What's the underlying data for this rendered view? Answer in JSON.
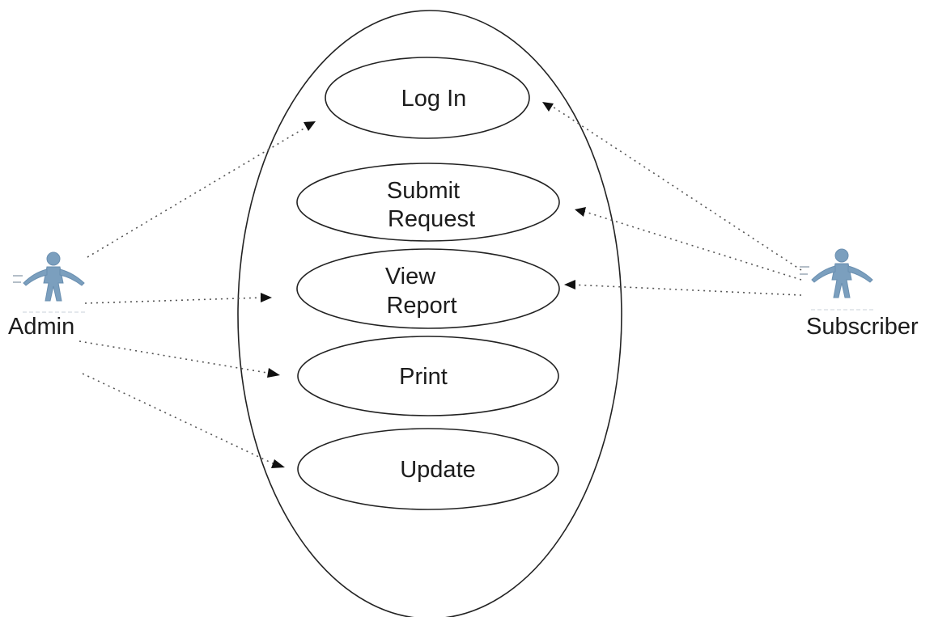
{
  "actors": {
    "admin": {
      "label": "Admin",
      "color": "#7b9fbe"
    },
    "subscriber": {
      "label": "Subscriber",
      "color": "#7b9fbe"
    }
  },
  "use_cases": {
    "login": {
      "lines": [
        "Log In"
      ]
    },
    "submit_request": {
      "lines": [
        "Submit",
        "Request"
      ]
    },
    "view_report": {
      "lines": [
        "View",
        "Report"
      ]
    },
    "print": {
      "lines": [
        "Print"
      ]
    },
    "update": {
      "lines": [
        "Update"
      ]
    }
  },
  "associations": [
    {
      "from": "Admin",
      "to": "Log In"
    },
    {
      "from": "Admin",
      "to": "View Report"
    },
    {
      "from": "Admin",
      "to": "Print"
    },
    {
      "from": "Admin",
      "to": "Update"
    },
    {
      "from": "Subscriber",
      "to": "Log In"
    },
    {
      "from": "Subscriber",
      "to": "Submit Request"
    },
    {
      "from": "Subscriber",
      "to": "View Report"
    }
  ]
}
